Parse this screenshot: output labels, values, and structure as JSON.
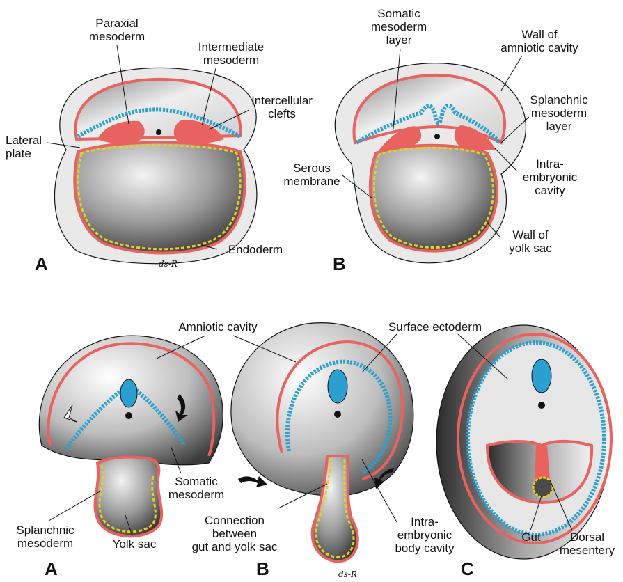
{
  "top": {
    "panel_a": "A",
    "panel_b": "B",
    "labels": {
      "paraxial": "Paraxial\nmesoderm",
      "intermediate": "Intermediate\nmesoderm",
      "clefts": "Intercellular\nclefts",
      "lateral_plate": "Lateral\nplate",
      "endoderm": "Endoderm",
      "somatic_layer": "Somatic\nmesoderm\nlayer",
      "amniotic_wall": "Wall of\namniotic cavity",
      "splanchnic_layer": "Splanchnic\nmesoderm\nlayer",
      "serous": "Serous\nmembrane",
      "intra_cavity": "Intra-\nembryonic\ncavity",
      "yolk_wall": "Wall of\nyolk sac"
    },
    "signature": "ds-R"
  },
  "bottom": {
    "panel_a": "A",
    "panel_b": "B",
    "panel_c": "C",
    "labels": {
      "amniotic_cavity": "Amniotic cavity",
      "surface_ectoderm": "Surface ectoderm",
      "somatic": "Somatic\nmesoderm",
      "splanchnic": "Splanchnic\nmesoderm",
      "yolk_sac": "Yolk sac",
      "connection": "Connection\nbetween\ngut and yolk sac",
      "body_cavity": "Intra-\nembryonic\nbody cavity",
      "gut": "Gut",
      "dorsal_mesentery": "Dorsal\nmesentery"
    },
    "signature": "ds-R"
  },
  "colors": {
    "ectoderm": "#2a9fd0",
    "mesoderm": "#e8625f",
    "endoderm": "#e8d020",
    "outline": "#111111"
  }
}
